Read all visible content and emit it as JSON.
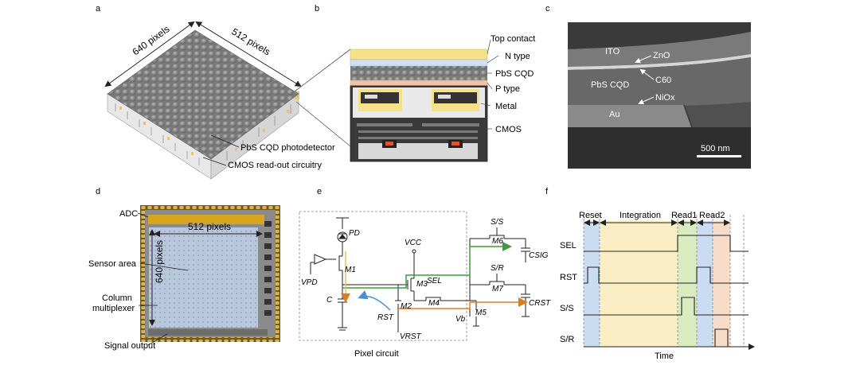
{
  "panels": {
    "a": {
      "letter": "a",
      "dim_top_left": "640 pixels",
      "dim_top_right": "512 pixels",
      "label_detector": "PbS CQD photodetector",
      "label_circuit": "CMOS read-out circuitry"
    },
    "b": {
      "letter": "b",
      "layers": [
        "Top contact",
        "N type",
        "PbS CQD",
        "P type",
        "Metal",
        "CMOS"
      ]
    },
    "c": {
      "letter": "c",
      "labels": {
        "ito": "ITO",
        "zno": "ZnO",
        "c60": "C60",
        "pbs": "PbS CQD",
        "nio": "NiOx",
        "au": "Au",
        "scale": "500 nm"
      }
    },
    "d": {
      "letter": "d",
      "left_labels": [
        "ADC",
        "Sensor area",
        "Column",
        "multiplexer",
        "Signal output"
      ],
      "width_label": "512 pixels",
      "height_label": "640 pixels"
    },
    "e": {
      "letter": "e",
      "caption": "Pixel circuit",
      "labels": {
        "pd": "PD",
        "vcc": "VCC",
        "vpd": "VPD",
        "m1": "M1",
        "c": "C",
        "m2": "M2",
        "m3": "M3",
        "sel": "SEL",
        "m4": "M4",
        "m5": "M5",
        "rst": "RST",
        "vrst": "VRST",
        "vb": "Vb",
        "ss": "S/S",
        "m6": "M6",
        "csig": "CSIG",
        "sr": "S/R",
        "m7": "M7",
        "crst": "CRST"
      }
    },
    "f": {
      "letter": "f",
      "phases": [
        "Reset",
        "Integration",
        "Read1",
        "Read2"
      ],
      "signals": [
        "SEL",
        "RST",
        "S/S",
        "S/R"
      ],
      "xlabel": "Time"
    }
  },
  "colors": {
    "reset_band": "#c9dcf2",
    "integration_band": "#fbeec5",
    "read1_band": "#d9ecc0",
    "read2_band": "#f7dcc9",
    "green_path": "#3f9b3a",
    "orange_path": "#e07b1f",
    "blue_arrow": "#4a8fd6",
    "yellow_layer": "#f6e08a"
  }
}
